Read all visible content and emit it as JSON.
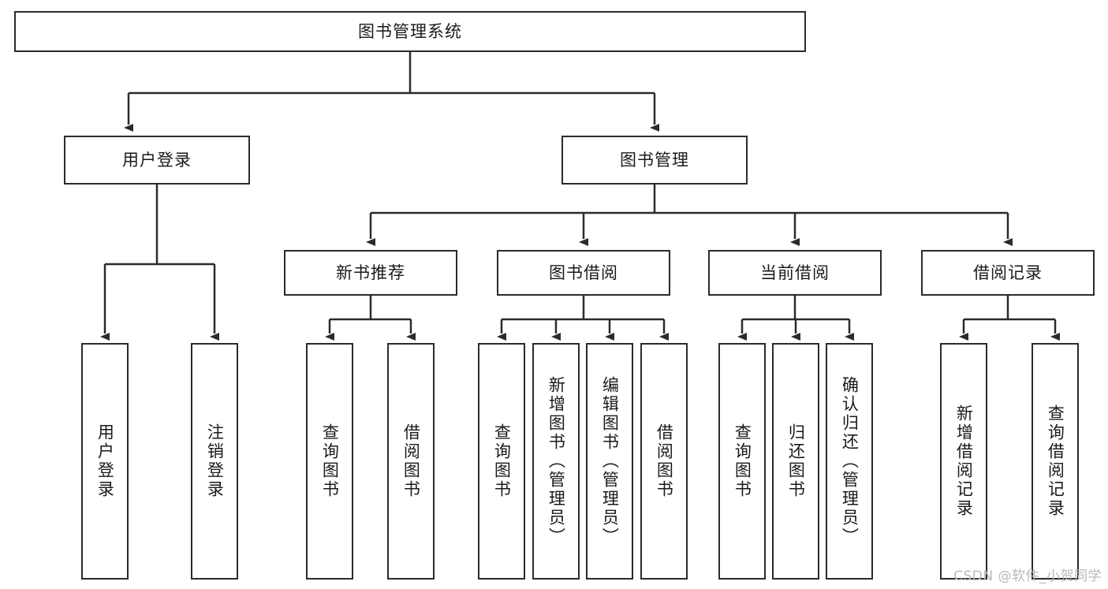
{
  "diagram": {
    "title": "图书管理系统",
    "type": "tree",
    "root": {
      "label": "图书管理系统"
    },
    "level2": [
      {
        "label": "用户登录"
      },
      {
        "label": "图书管理"
      }
    ],
    "level3": [
      {
        "label": "新书推荐"
      },
      {
        "label": "图书借阅"
      },
      {
        "label": "当前借阅"
      },
      {
        "label": "借阅记录"
      }
    ],
    "leaves": {
      "user_login": [
        {
          "label": "用户登录"
        },
        {
          "label": "注销登录"
        }
      ],
      "new_book": [
        {
          "label": "查询图书"
        },
        {
          "label": "借阅图书"
        }
      ],
      "book_borrow": [
        {
          "label": "查询图书"
        },
        {
          "label": "新增图书（管理员）"
        },
        {
          "label": "编辑图书（管理员）"
        },
        {
          "label": "借阅图书"
        }
      ],
      "current_borrow": [
        {
          "label": "查询图书"
        },
        {
          "label": "归还图书"
        },
        {
          "label": "确认归还（管理员）"
        }
      ],
      "borrow_record": [
        {
          "label": "新增借阅记录"
        },
        {
          "label": "查询借阅记录"
        }
      ]
    }
  },
  "watermark": {
    "text": "CSDN @软件_小贺同学"
  },
  "colors": {
    "stroke": "#2b2b2b",
    "background": "#ffffff",
    "text": "#1a1a1a",
    "watermark": "#b9b9b9"
  }
}
